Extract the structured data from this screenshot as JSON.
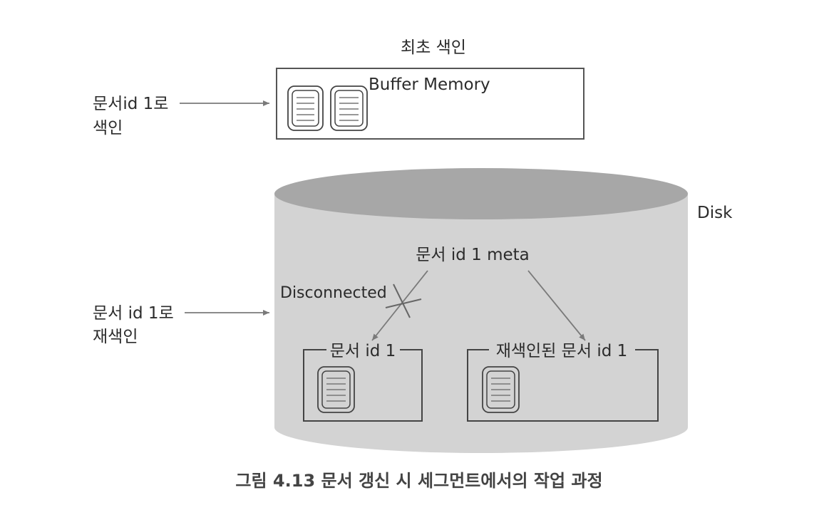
{
  "top_section": {
    "title": "최초 색인",
    "buffer_label": "Buffer Memory",
    "left_label_line1": "문서id 1로",
    "left_label_line2": "색인"
  },
  "disk_section": {
    "disk_label": "Disk",
    "meta_label": "문서 id 1 meta",
    "disconnected_label": "Disconnected",
    "left_label_line1": "문서 id 1로",
    "left_label_line2": "재색인",
    "old_segment_label": "문서 id 1",
    "new_segment_label": "재색인된 문서 id 1"
  },
  "caption": "그림 4.13 문서 갱신 시 세그먼트에서의 작업 과정"
}
